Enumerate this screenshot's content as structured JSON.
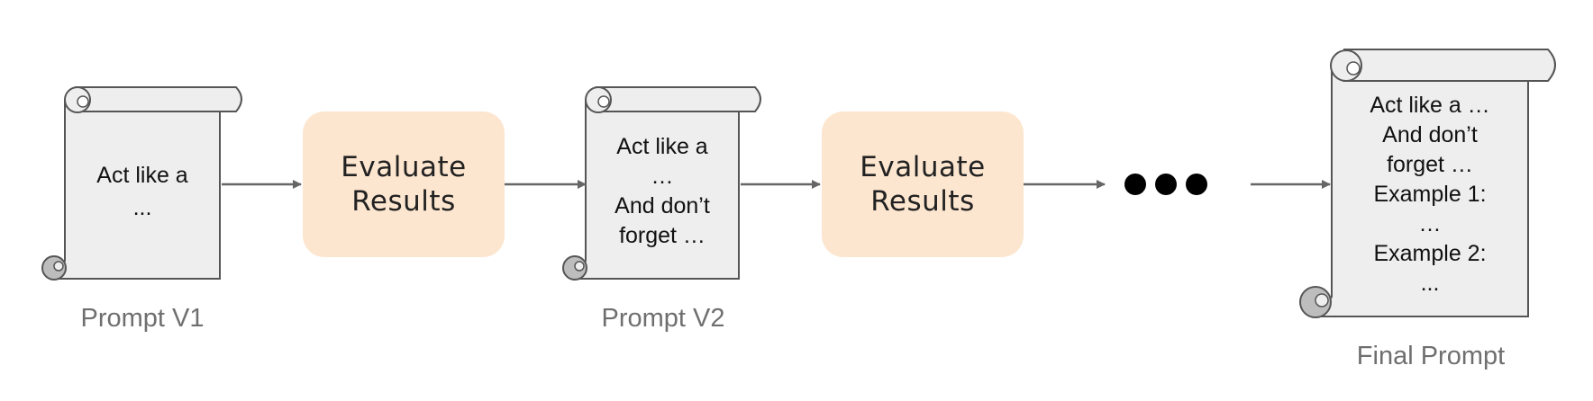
{
  "prompts": [
    {
      "caption": "Prompt V1",
      "lines": [
        "Act like a",
        "..."
      ]
    },
    {
      "caption": "Prompt V2",
      "lines": [
        "Act like a",
        "…",
        "And don’t",
        "forget …"
      ]
    },
    {
      "caption": "Final Prompt",
      "lines": [
        "Act like a …",
        "And don’t",
        "forget …",
        "Example 1:",
        "…",
        "Example 2:",
        "..."
      ]
    }
  ],
  "steps": [
    {
      "lines": [
        "Evaluate",
        "Results"
      ]
    },
    {
      "lines": [
        "Evaluate",
        "Results"
      ]
    }
  ],
  "colors": {
    "scroll_fill": "#eeeeee",
    "scroll_stroke": "#555555",
    "curl_fill": "#bdbdbd",
    "evaluate_fill": "#fde6cf",
    "arrow": "#666666",
    "caption": "#6f6f6f"
  },
  "icons": {
    "continuation": "ellipsis-dots-icon"
  }
}
